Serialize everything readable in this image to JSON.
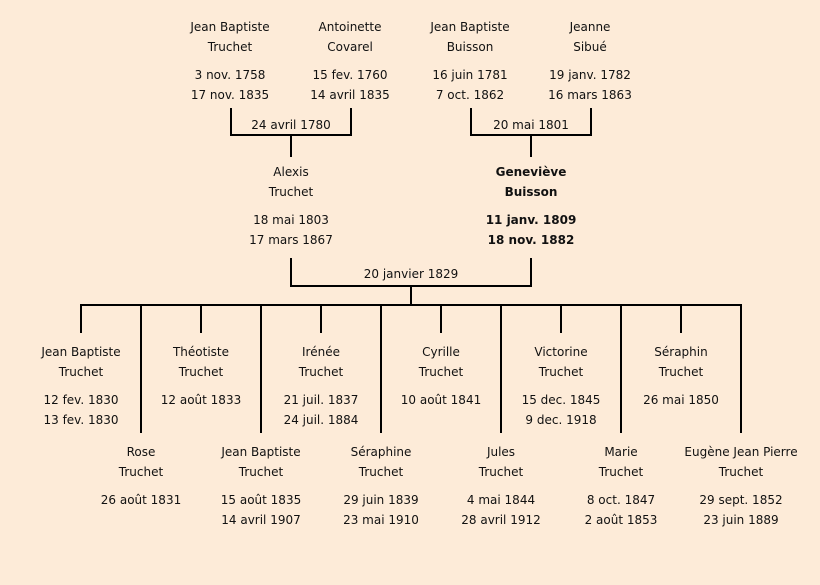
{
  "grandparents": [
    {
      "first": "Jean Baptiste",
      "last": "Truchet",
      "birth": "3 nov. 1758",
      "death": "17 nov. 1835"
    },
    {
      "first": "Antoinette",
      "last": "Covarel",
      "birth": "15 fev. 1760",
      "death": "14 avril 1835"
    },
    {
      "first": "Jean Baptiste",
      "last": "Buisson",
      "birth": "16 juin 1781",
      "death": "7 oct. 1862"
    },
    {
      "first": "Jeanne",
      "last": "Sibué",
      "birth": "19 janv. 1782",
      "death": "16 mars 1863"
    }
  ],
  "grandparent_marriages": [
    "24 avril 1780",
    "20 mai 1801"
  ],
  "parents": [
    {
      "first": "Alexis",
      "last": "Truchet",
      "birth": "18 mai 1803",
      "death": "17 mars 1867",
      "highlight": false
    },
    {
      "first": "Geneviève",
      "last": "Buisson",
      "birth": "11 janv. 1809",
      "death": "18 nov. 1882",
      "highlight": true
    }
  ],
  "parent_marriage": "20 janvier 1829",
  "children": [
    {
      "first": "Jean Baptiste",
      "last": "Truchet",
      "birth": "12 fev. 1830",
      "death": "13 fev. 1830"
    },
    {
      "first": "Rose",
      "last": "Truchet",
      "birth": "26 août 1831",
      "death": ""
    },
    {
      "first": "Théotiste",
      "last": "Truchet",
      "birth": "12 août 1833",
      "death": ""
    },
    {
      "first": "Jean Baptiste",
      "last": "Truchet",
      "birth": "15 août 1835",
      "death": "14 avril 1907"
    },
    {
      "first": "Irénée",
      "last": "Truchet",
      "birth": "21 juil. 1837",
      "death": "24 juil. 1884"
    },
    {
      "first": "Séraphine",
      "last": "Truchet",
      "birth": "29 juin 1839",
      "death": "23 mai 1910"
    },
    {
      "first": "Cyrille",
      "last": "Truchet",
      "birth": "10 août 1841",
      "death": ""
    },
    {
      "first": "Jules",
      "last": "Truchet",
      "birth": "4 mai 1844",
      "death": "28 avril 1912"
    },
    {
      "first": "Victorine",
      "last": "Truchet",
      "birth": "15 dec. 1845",
      "death": "9 dec. 1918"
    },
    {
      "first": "Marie",
      "last": "Truchet",
      "birth": "8 oct. 1847",
      "death": "2 août 1853"
    },
    {
      "first": "Séraphin",
      "last": "Truchet",
      "birth": "26 mai 1850",
      "death": ""
    },
    {
      "first": "Eugène Jean Pierre",
      "last": "Truchet",
      "birth": "29 sept. 1852",
      "death": "23 juin 1889"
    }
  ]
}
